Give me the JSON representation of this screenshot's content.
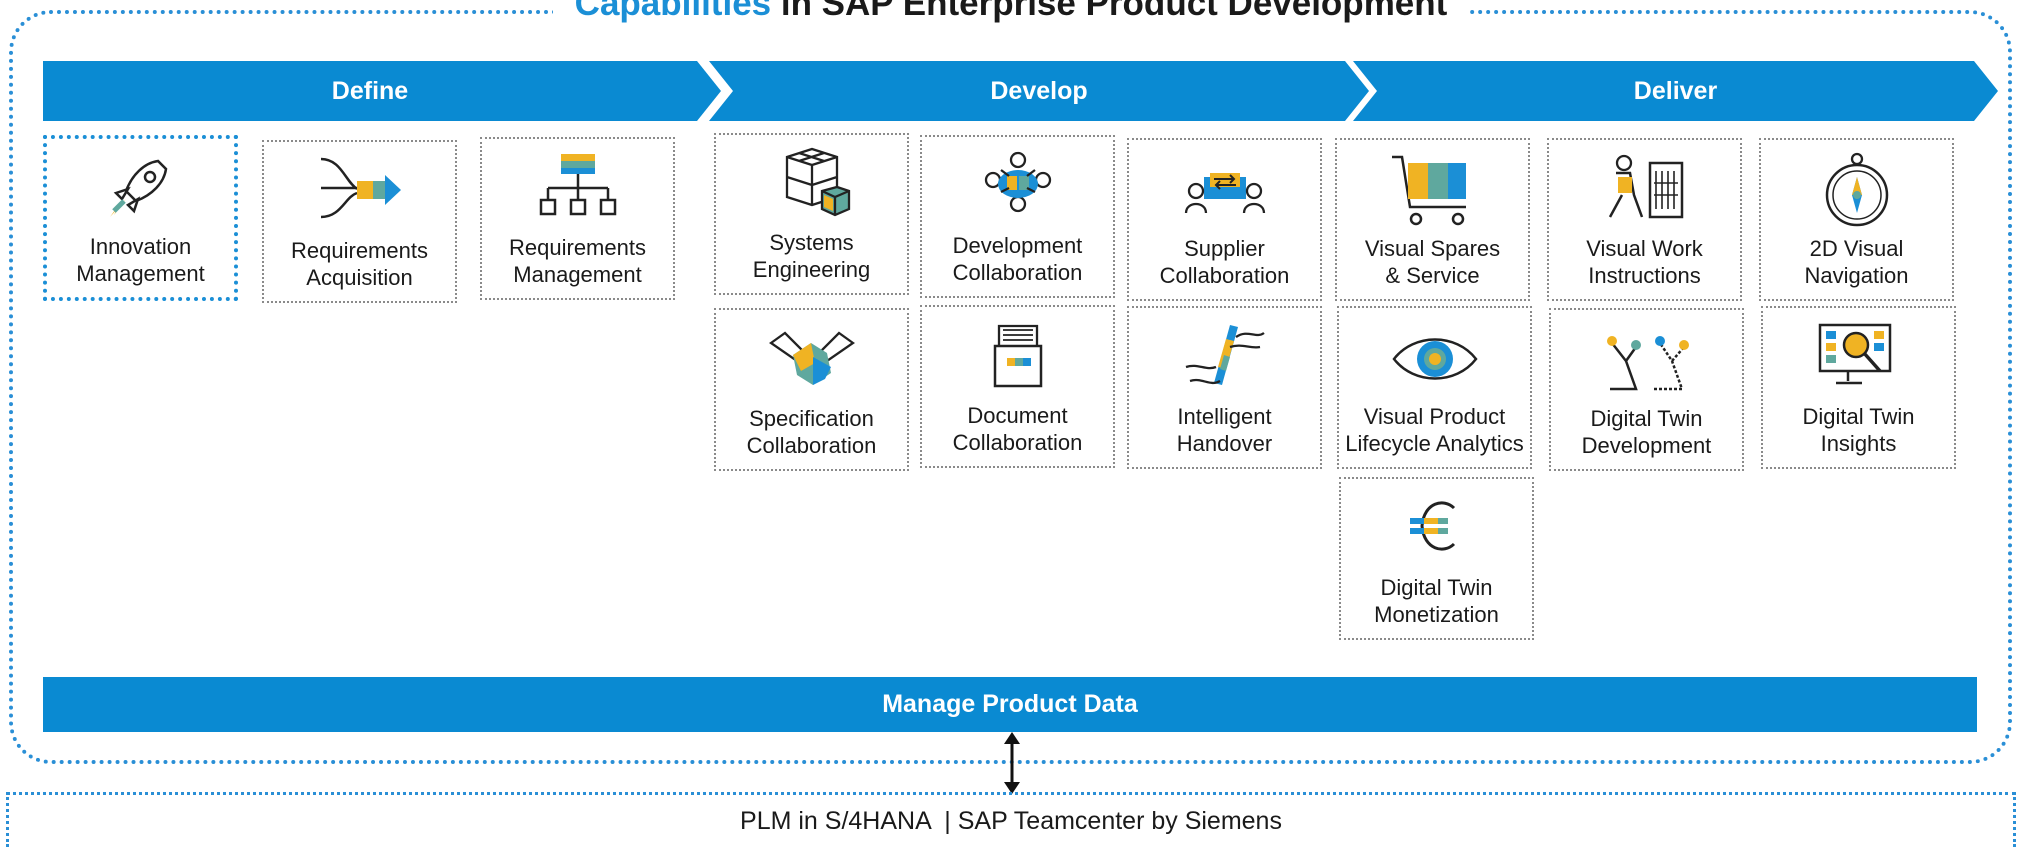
{
  "title": {
    "accent": "Capabilities",
    "rest": "in SAP Enterprise Product Development"
  },
  "phases": [
    "Define",
    "Develop",
    "Deliver"
  ],
  "tiles": [
    {
      "line1": "Innovation",
      "line2": "Management",
      "icon": "rocket-icon"
    },
    {
      "line1": "Requirements",
      "line2": "Acquisition",
      "icon": "merge-arrow-icon"
    },
    {
      "line1": "Requirements",
      "line2": "Management",
      "icon": "hierarchy-icon"
    },
    {
      "line1": "Systems",
      "line2": "Engineering",
      "icon": "cubes-icon"
    },
    {
      "line1": "Development",
      "line2": "Collaboration",
      "icon": "team-icon"
    },
    {
      "line1": "Supplier",
      "line2": "Collaboration",
      "icon": "exchange-people-icon"
    },
    {
      "line1": "Specification",
      "line2": "Collaboration",
      "icon": "handshake-icon"
    },
    {
      "line1": "Document",
      "line2": "Collaboration",
      "icon": "file-cabinet-icon"
    },
    {
      "line1": "Intelligent",
      "line2": "Handover",
      "icon": "hand-over-icon"
    },
    {
      "line1": "Visual Spares",
      "line2": "& Service",
      "icon": "shopping-cart-icon"
    },
    {
      "line1": "Visual Work",
      "line2": "Instructions",
      "icon": "worker-icon"
    },
    {
      "line1": "2D Visual",
      "line2": "Navigation",
      "icon": "compass-icon"
    },
    {
      "line1": "Visual Product",
      "line2": "Lifecycle Analytics",
      "icon": "eye-icon"
    },
    {
      "line1": "Digital Twin",
      "line2": "Development",
      "icon": "robot-arms-icon"
    },
    {
      "line1": "Digital Twin",
      "line2": "Insights",
      "icon": "monitor-magnifier-icon"
    },
    {
      "line1": "Digital Twin",
      "line2": "Monetization",
      "icon": "euro-icon"
    }
  ],
  "manage": "Manage Product Data",
  "bottom": "PLM in S/4HANA  | SAP Teamcenter by Siemens",
  "colors": {
    "accent": "#0a8ad2",
    "yellow": "#f0b323",
    "teal": "#5fa89e",
    "blue": "#1b8fd6"
  }
}
